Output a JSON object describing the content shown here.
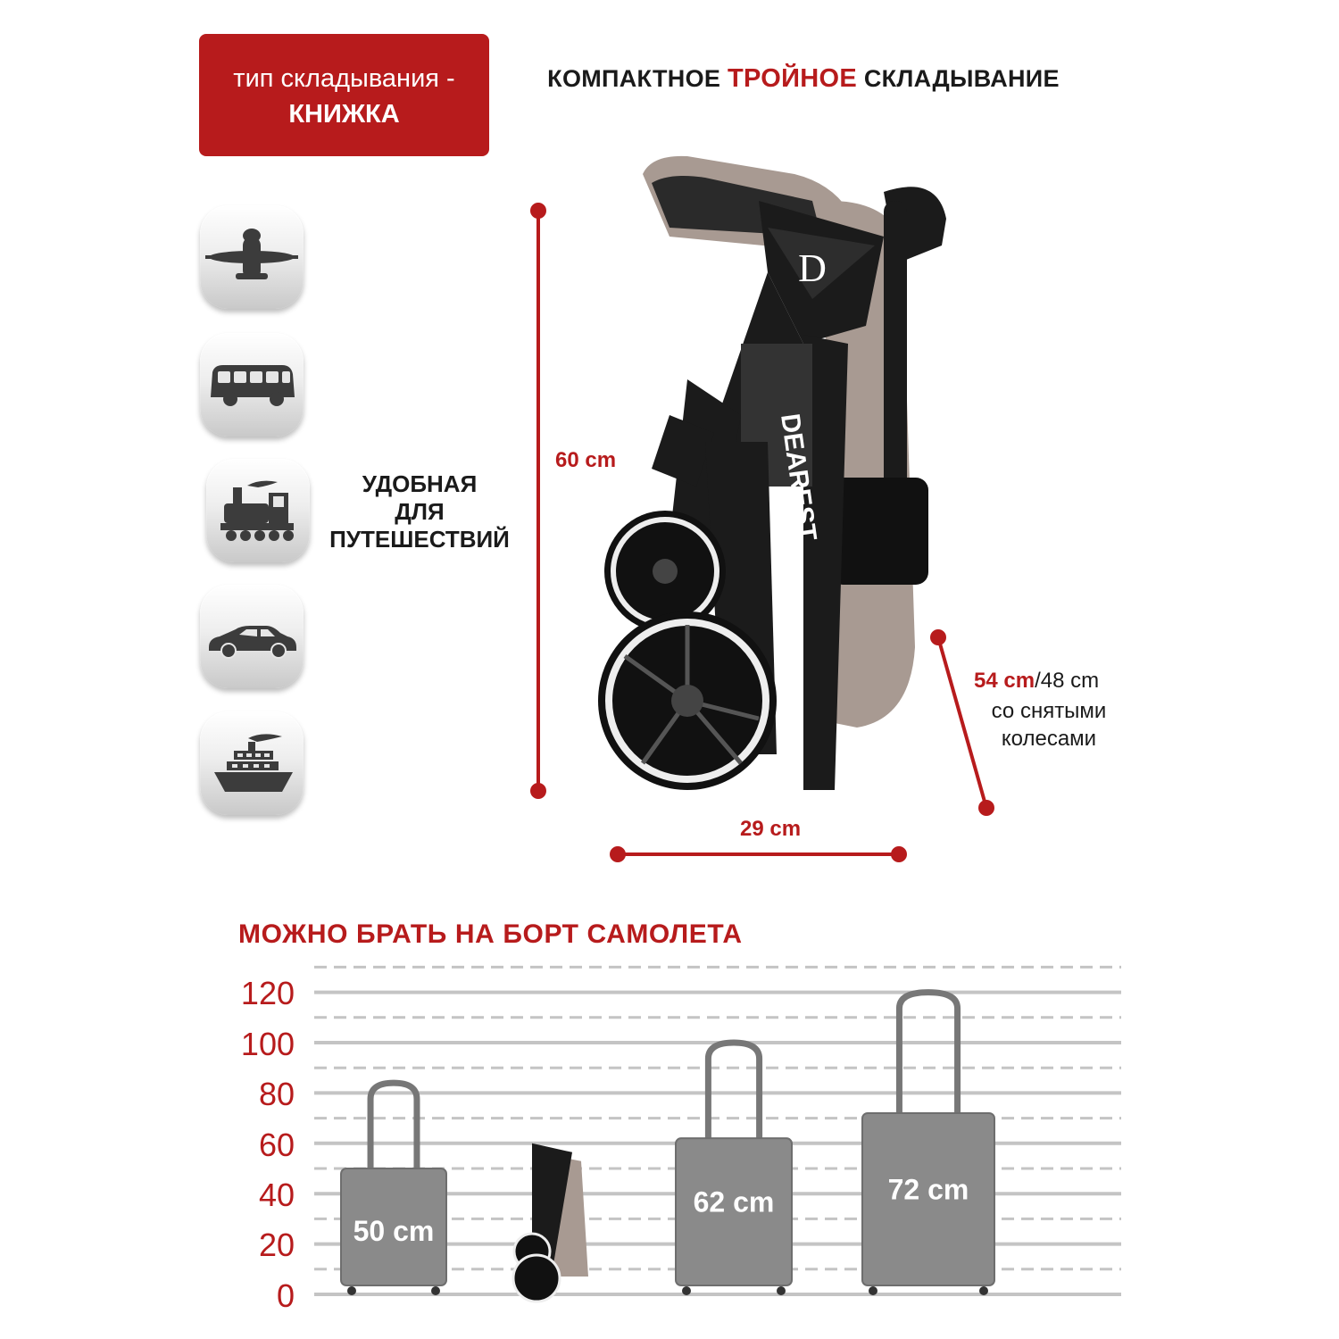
{
  "fold_type": {
    "line1": "тип складывания -",
    "line2": "КНИЖКА"
  },
  "headline": {
    "before": "КОМПАКТНОЕ",
    "accent": "ТРОЙНОЕ",
    "after": "СКЛАДЫВАНИЕ"
  },
  "transport_icons": [
    "airplane-icon",
    "bus-icon",
    "train-icon",
    "car-icon",
    "ship-icon"
  ],
  "travel_text": [
    "УДОБНАЯ",
    "ДЛЯ",
    "ПУТЕШЕСТВИЙ"
  ],
  "stroller_brand": "DEAREST",
  "stroller_logo": "D",
  "dimensions": {
    "height": "60 cm",
    "width": "29 cm",
    "depth_main": "54 cm",
    "depth_alt": "/48 cm",
    "depth_note": [
      "со снятыми",
      "колесами"
    ]
  },
  "chart": {
    "title": "МОЖНО БРАТЬ НА БОРТ САМОЛЕТА",
    "y_ticks": [
      "120",
      "100",
      "80",
      "60",
      "40",
      "20",
      "0"
    ],
    "luggage": [
      {
        "label": "50 cm",
        "value": 50
      },
      {
        "label": "",
        "value": 60
      },
      {
        "label": "62 cm",
        "value": 62
      },
      {
        "label": "72 cm",
        "value": 72
      }
    ]
  },
  "colors": {
    "accent": "#b71b1c",
    "luggage": "#8a8a8a",
    "frame": "#1b1b1b",
    "fabric": "#a89a92"
  }
}
